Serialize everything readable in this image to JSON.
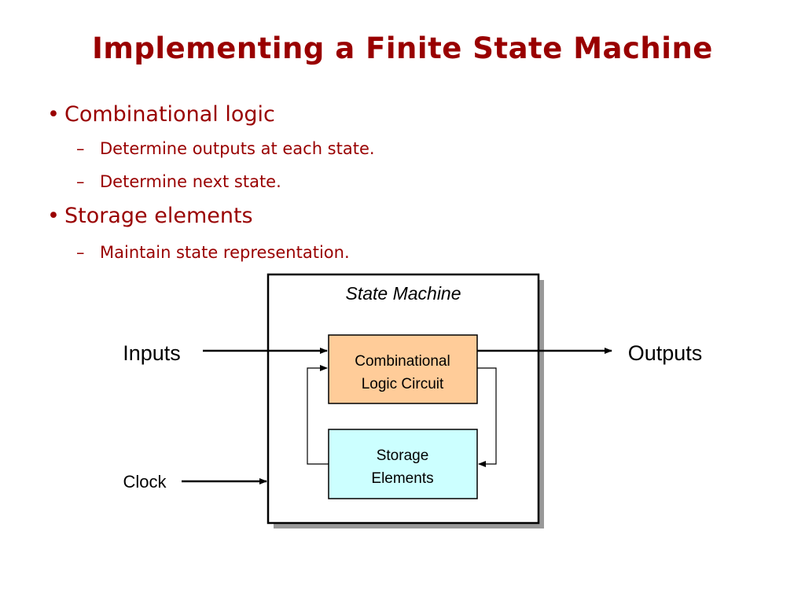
{
  "title": "Implementing a Finite State Machine",
  "bullets": [
    {
      "text": "Combinational logic",
      "sub": [
        "Determine outputs at each state.",
        "Determine next state."
      ]
    },
    {
      "text": "Storage elements",
      "sub": [
        "Maintain state representation."
      ]
    }
  ],
  "bullet_char": "•",
  "sub_char": "–",
  "diagram": {
    "machine_label": "State Machine",
    "inputs_label": "Inputs",
    "outputs_label": "Outputs",
    "clock_label": "Clock",
    "comb_block": {
      "line1": "Combinational",
      "line2": "Logic Circuit",
      "fill": "#ffcc99"
    },
    "storage_block": {
      "line1": "Storage",
      "line2": "Elements",
      "fill": "#ccffff"
    }
  },
  "colors": {
    "title": "#990000",
    "text": "#990000",
    "shadow": "#999999"
  }
}
